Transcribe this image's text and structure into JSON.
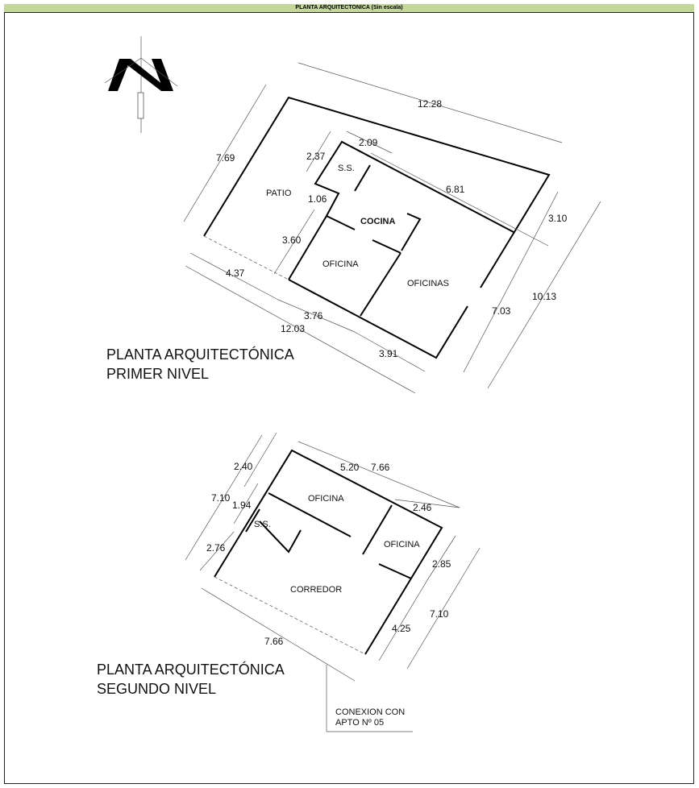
{
  "header": {
    "title": "PLANTA  ARQUITECTONICA (Sin escala)"
  },
  "north_arrow": {
    "icon": "north-arrow-icon",
    "letter": "N"
  },
  "primer_nivel": {
    "title_line1": "PLANTA ARQUITECTÓNICA",
    "title_line2": "PRIMER NIVEL",
    "rooms": [
      "PATIO",
      "S.S.",
      "COCINA",
      "OFICINA",
      "OFICINAS"
    ],
    "dimensions": [
      "12.28",
      "7.69",
      "2.37",
      "2.09",
      "6.81",
      "1.06",
      "3.60",
      "4.37",
      "3.76",
      "12.03",
      "3.91",
      "3.10",
      "10.13",
      "7.03"
    ]
  },
  "segundo_nivel": {
    "title_line1": "PLANTA ARQUITECTÓNICA",
    "title_line2": "SEGUNDO NIVEL",
    "rooms": [
      "OFICINA",
      "S.S.",
      "OFICINA",
      "CORREDOR"
    ],
    "dimensions": [
      "2.40",
      "5.20",
      "7.66",
      "7.10",
      "1.94",
      "2.46",
      "2.76",
      "2.85",
      "7.10",
      "4.25",
      "7.66"
    ],
    "note_line1": "CONEXION CON",
    "note_line2": "APTO Nº 05"
  }
}
